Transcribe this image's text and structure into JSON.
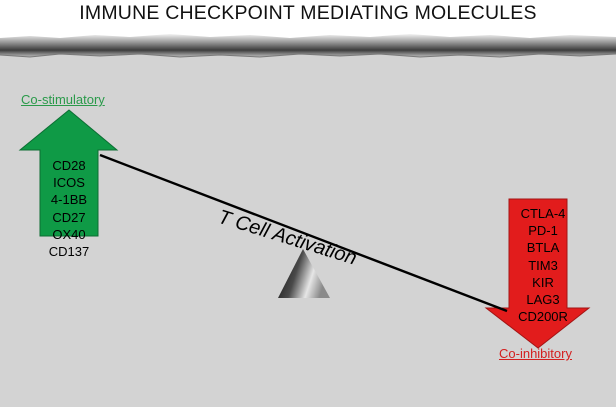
{
  "title": "IMMUNE CHECKPOINT MEDIATING MOLECULES",
  "colors": {
    "background_gray": "#d3d3d3",
    "stimulatory_green": "#0f9a46",
    "inhibitory_red": "#e21c1c",
    "label_green": "#2a9a4a",
    "label_red": "#d42020"
  },
  "co_stimulatory": {
    "label": "Co-stimulatory",
    "molecules": [
      "CD28",
      "ICOS",
      "4-1BB",
      "CD27",
      "OX40",
      "CD137"
    ]
  },
  "co_inhibitory": {
    "label": "Co-inhibitory",
    "molecules": [
      "CTLA-4",
      "PD-1",
      "BTLA",
      "TIM3",
      "KIR",
      "LAG3",
      "CD200R"
    ]
  },
  "seesaw": {
    "label": "T Cell Activation"
  }
}
